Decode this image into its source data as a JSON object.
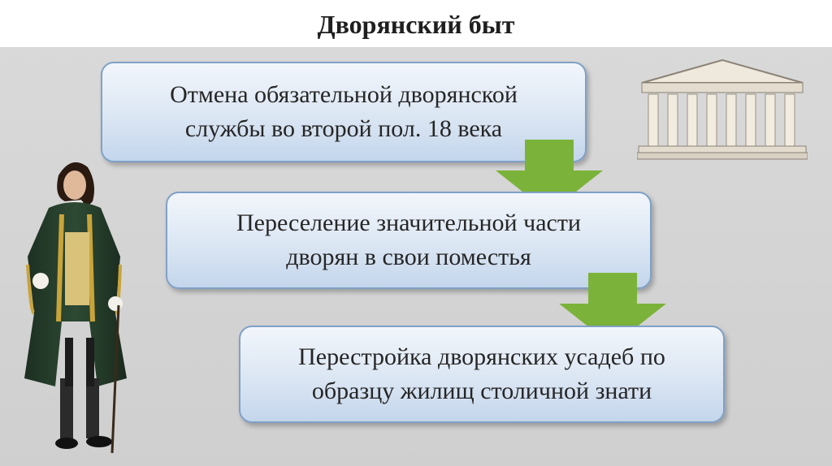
{
  "slide": {
    "title": "Дворянский быт",
    "steps": [
      {
        "text": "Отмена обязательной дворянской\nслужбы во второй пол. 18 века"
      },
      {
        "text": "Переселение значительной части\nдворян в свои поместья"
      },
      {
        "text": "Перестройка дворянских усадеб по\nобразцу жилищ столичной знати"
      }
    ]
  },
  "colors": {
    "box_border": "#7fa1c7",
    "arrow": "#7bb33a",
    "background": "#d6d6d6"
  },
  "icons": {
    "arrow": "down-arrow-icon",
    "figure": "nobleman-illustration",
    "temple": "classical-temple-illustration"
  }
}
